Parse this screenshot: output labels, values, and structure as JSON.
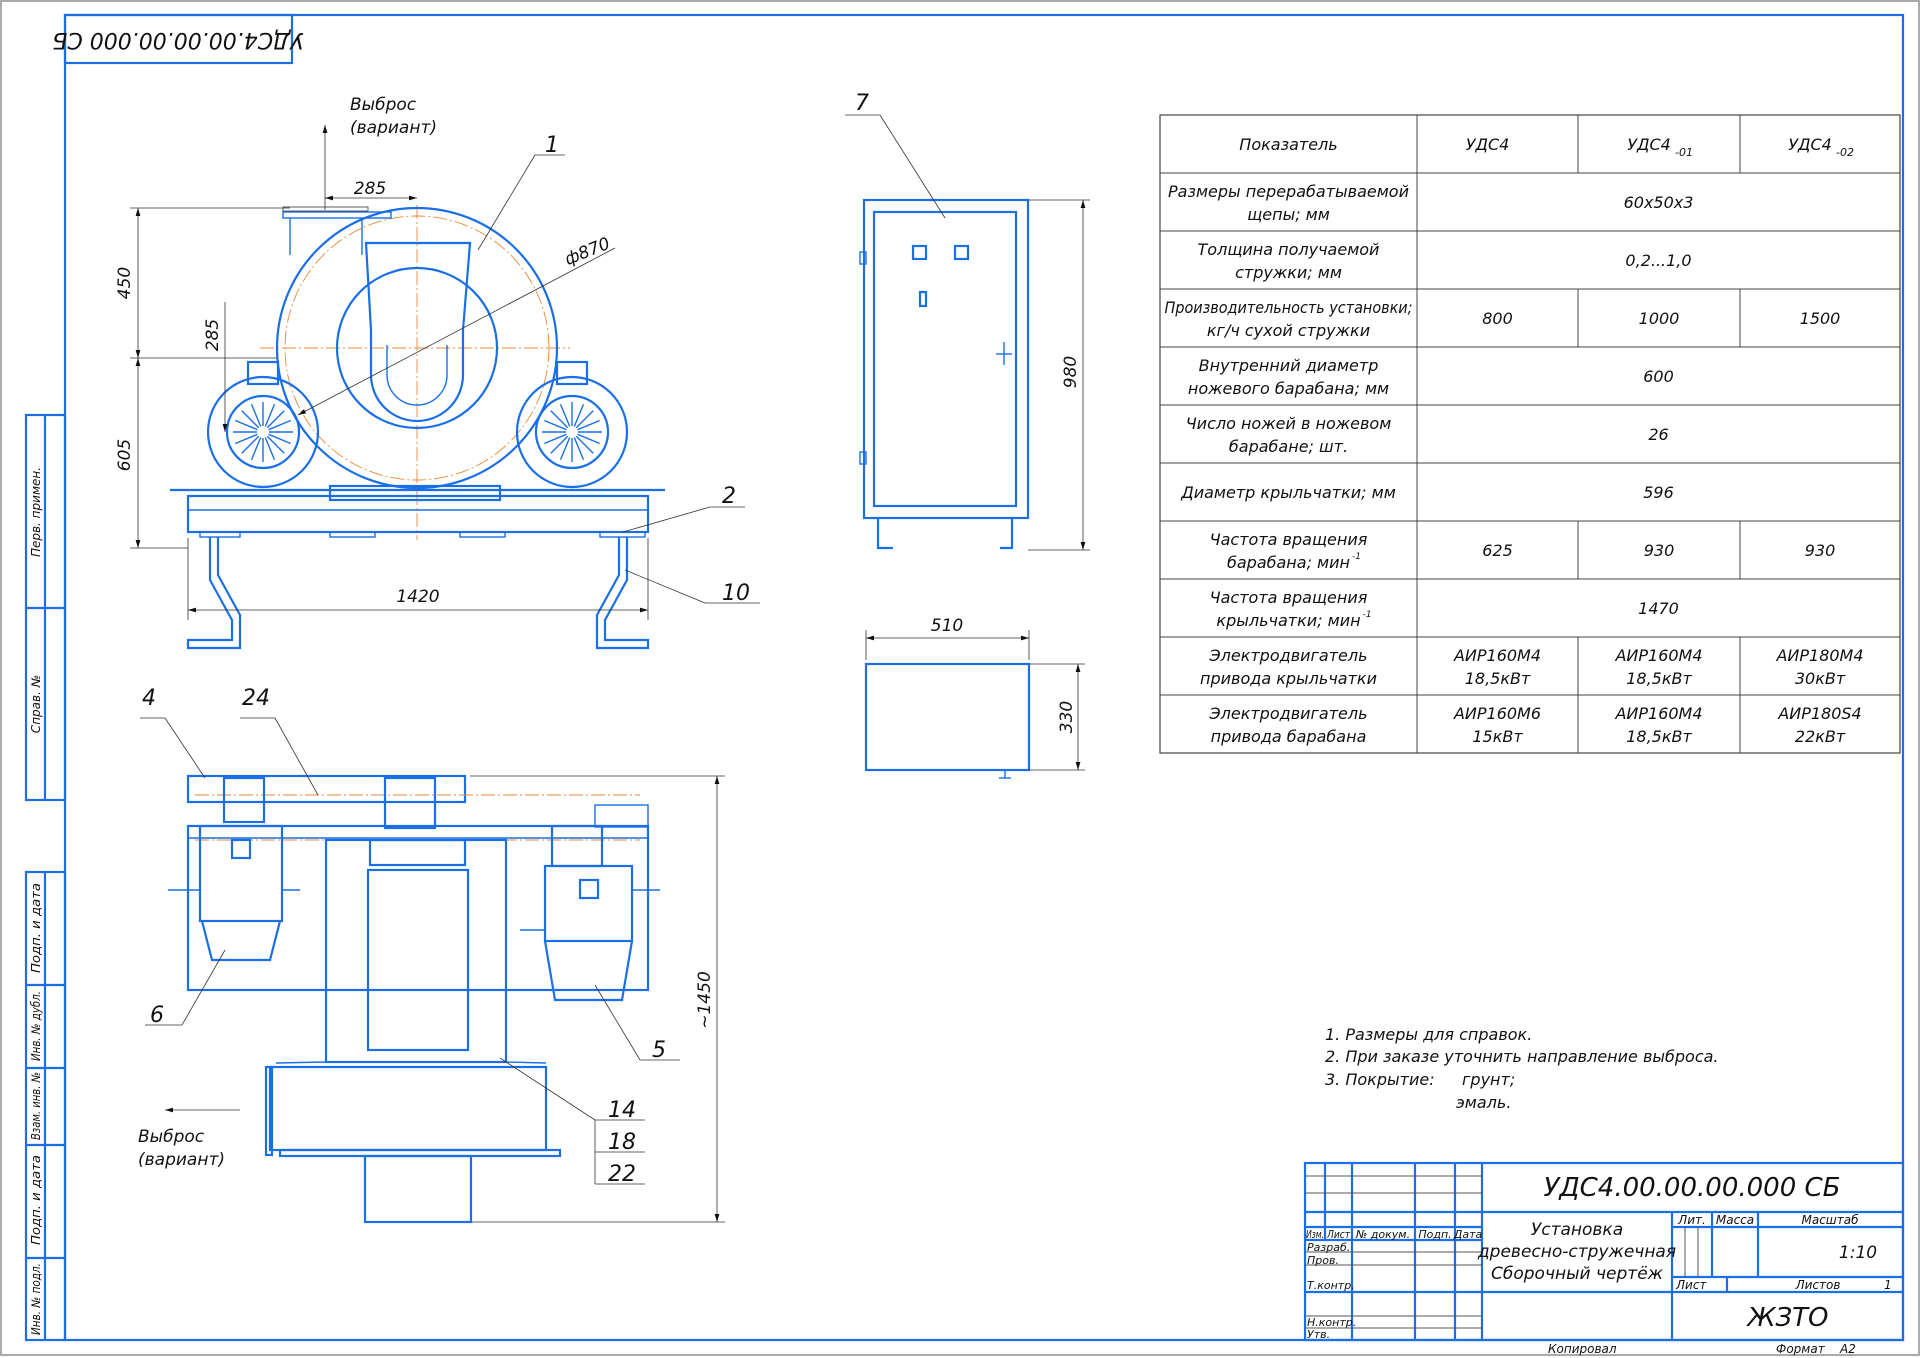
{
  "stamp_rotated": "УДС4.00.00.00.000 СБ",
  "side_strip": [
    "Перв. примен.",
    "Справ. №",
    "Подп. и дата",
    "Инв. № дубл.",
    "Взам. инв. №",
    "Подп. и дата",
    "Инв. № подл."
  ],
  "front_view": {
    "ejection_label_1": "Выброс",
    "ejection_label_2": "(вариант)",
    "dims": {
      "d285_top": "285",
      "d450": "450",
      "d285_side": "285",
      "d605": "605",
      "dia870": "ф870",
      "d1420": "1420"
    },
    "balloons": {
      "b1": "1",
      "b2": "2",
      "b10": "10"
    }
  },
  "cabinet_view": {
    "balloon": "7",
    "d980": "980",
    "d510": "510",
    "d330": "330"
  },
  "plan_view": {
    "ejection_label_1": "Выброс",
    "ejection_label_2": "(вариант)",
    "d1450": "~1450",
    "balloons": {
      "b4": "4",
      "b24": "24",
      "b6": "6",
      "b5": "5",
      "b14": "14",
      "b18": "18",
      "b22": "22"
    }
  },
  "spec_table": {
    "headers": [
      "Показатель",
      "УДС4",
      "УДС4",
      "УДС4"
    ],
    "header_subs": [
      "",
      "",
      "-01",
      "-02"
    ],
    "rows": [
      {
        "label": [
          "Размеры перерабатываемой",
          "щепы; мм"
        ],
        "values": [
          "60x50x3"
        ]
      },
      {
        "label": [
          "Толщина получаемой",
          "стружки; мм"
        ],
        "values": [
          "0,2...1,0"
        ]
      },
      {
        "label": [
          "Производительность установки;",
          "кг/ч сухой стружки"
        ],
        "values": [
          "800",
          "1000",
          "1500"
        ]
      },
      {
        "label": [
          "Внутренний диаметр",
          "ножевого барабана; мм"
        ],
        "values": [
          "600"
        ]
      },
      {
        "label": [
          "Число ножей в ножевом",
          "барабане; шт."
        ],
        "values": [
          "26"
        ]
      },
      {
        "label": [
          "Диаметр крыльчатки; мм"
        ],
        "values": [
          "596"
        ]
      },
      {
        "label": [
          "Частота вращения",
          "барабана; мин"
        ],
        "label_sup": "-1",
        "values": [
          "625",
          "930",
          "930"
        ]
      },
      {
        "label": [
          "Частота вращения",
          "крыльчатки; мин"
        ],
        "label_sup": "-1",
        "values": [
          "1470"
        ]
      },
      {
        "label": [
          "Электродвигатель",
          "привода крыльчатки"
        ],
        "values": [
          [
            "АИР160М4",
            "18,5кВт"
          ],
          [
            "АИР160М4",
            "18,5кВт"
          ],
          [
            "АИР180М4",
            "30кВт"
          ]
        ]
      },
      {
        "label": [
          "Электродвигатель",
          "привода барабана"
        ],
        "values": [
          [
            "АИР160М6",
            "15кВт"
          ],
          [
            "АИР160М4",
            "18,5кВт"
          ],
          [
            "АИР180S4",
            "22кВт"
          ]
        ]
      }
    ]
  },
  "notes": [
    "1.  Размеры для справок.",
    "2.  При заказе уточнить направление выброса.",
    "3.  Покрытие:",
    "грунт;",
    "эмаль."
  ],
  "title_block": {
    "designation": "УДС4.00.00.00.000 СБ",
    "name": [
      "Установка",
      "древесно-стружечная",
      "Сборочный чертёж"
    ],
    "col_headers": [
      "Изм.",
      "Лист",
      "№ докум.",
      "Подп.",
      "Дата"
    ],
    "roles": [
      "Разраб.",
      "Пров.",
      "Т.контр.",
      "Н.контр.",
      "Утв."
    ],
    "lit": "Лит.",
    "mass": "Масса",
    "scale_label": "Масштаб",
    "scale": "1:10",
    "sheet": "Лист",
    "sheets": "Листов",
    "sheets_count": "1",
    "org": "ЖЗТО",
    "copied": "Копировал",
    "format_label": "Формат",
    "format": "А2"
  },
  "colors": {
    "line": "#1a6fe6",
    "axis": "#e8893a",
    "text": "#111111"
  }
}
